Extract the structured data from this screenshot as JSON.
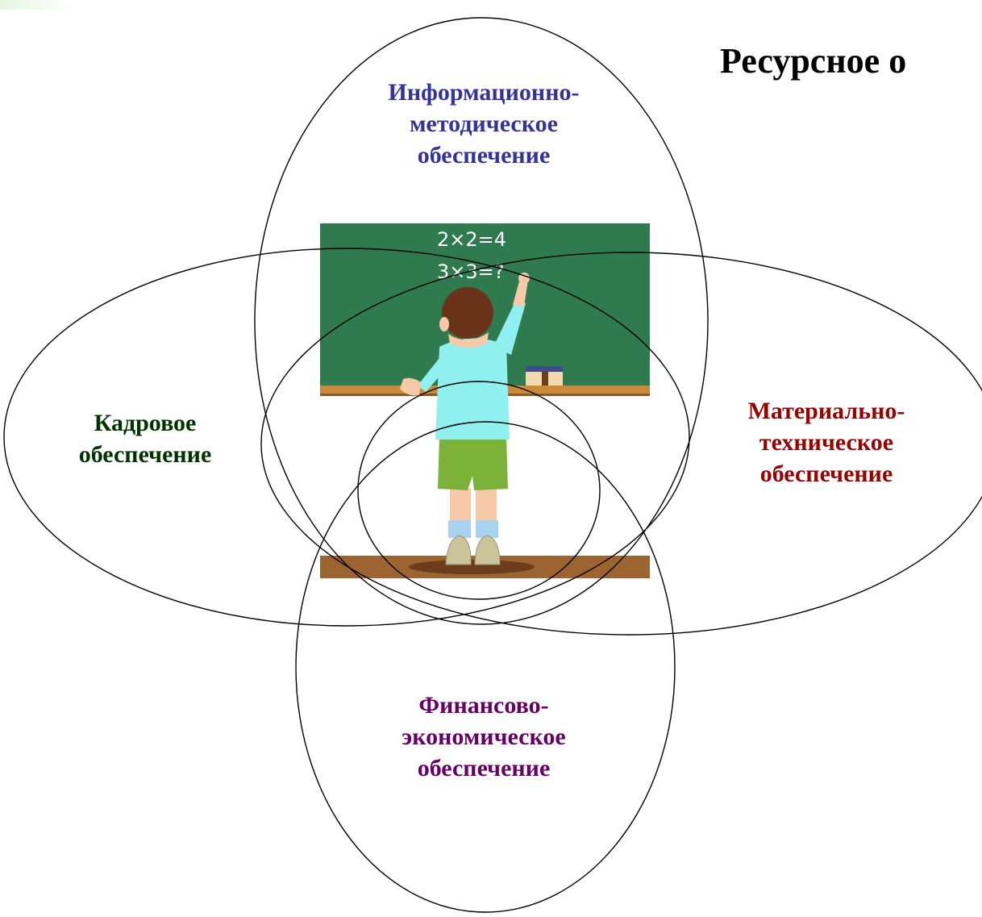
{
  "title": "Ресурсное о",
  "circles": {
    "info": {
      "lines": [
        "Информационно-",
        "методическое",
        "обеспечение"
      ],
      "color": "#333399"
    },
    "staff": {
      "lines": [
        "Кадровое",
        "обеспечение"
      ],
      "color": "#003300"
    },
    "material": {
      "lines": [
        "Материально-",
        "техническое",
        "обеспечение"
      ],
      "color": "#990000"
    },
    "finance": {
      "lines": [
        "Финансово-",
        "экономическое",
        "обеспечение"
      ],
      "color": "#660066"
    }
  },
  "illustration": {
    "board_line_1": "2×2=4",
    "board_line_2": "3×3=?",
    "board_color": "#2f7a4e",
    "icon": "child-at-chalkboard-icon"
  }
}
